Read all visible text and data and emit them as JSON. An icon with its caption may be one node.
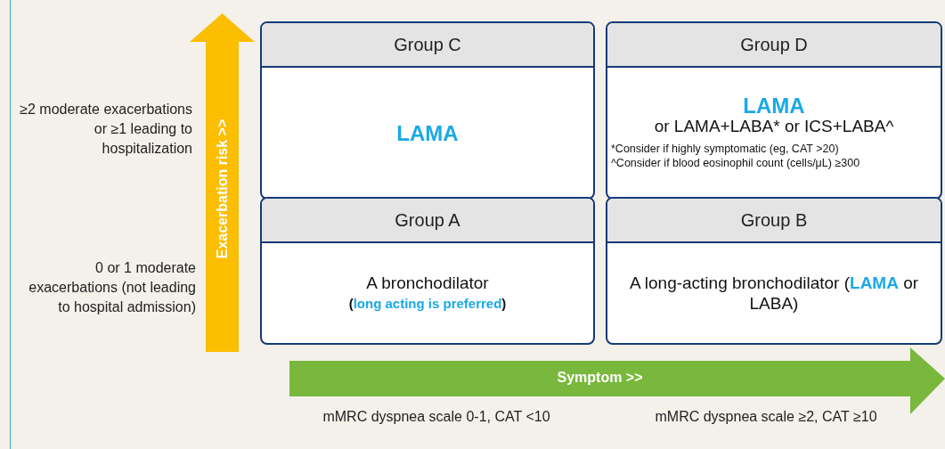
{
  "diagram": {
    "nodes": [
      {
        "text": [
          "Group C",
          "LAMA"
        ]
      },
      {
        "text": [
          "Group D",
          "LAMA",
          "or LAMA+LABA* or ICS+LABA^",
          "*Consider if highly symptomatic (eg, CAT >20) ^Consider if blood eosinophil count (cells/μL) ≥300"
        ]
      },
      {
        "text": [
          "Group A",
          "A bronchodilator",
          "(**long acting is preferred**)"
        ]
      },
      {
        "text": [
          "Group B",
          "A long-acting bronchodilator (**LAMA** or LABA)"
        ]
      }
    ],
    "labels": [
      "≥2 moderate exacerbations or ≥1 leading to hospitalization",
      "Exacerbation risk >>",
      "0 or 1 moderate exacerbations (not leading to hospital admission)",
      "Symptom >>",
      "mMRC dyspnea scale 0-1, CAT <10",
      "mMRC dyspnea scale ≥2, CAT ≥10"
    ]
  }
}
